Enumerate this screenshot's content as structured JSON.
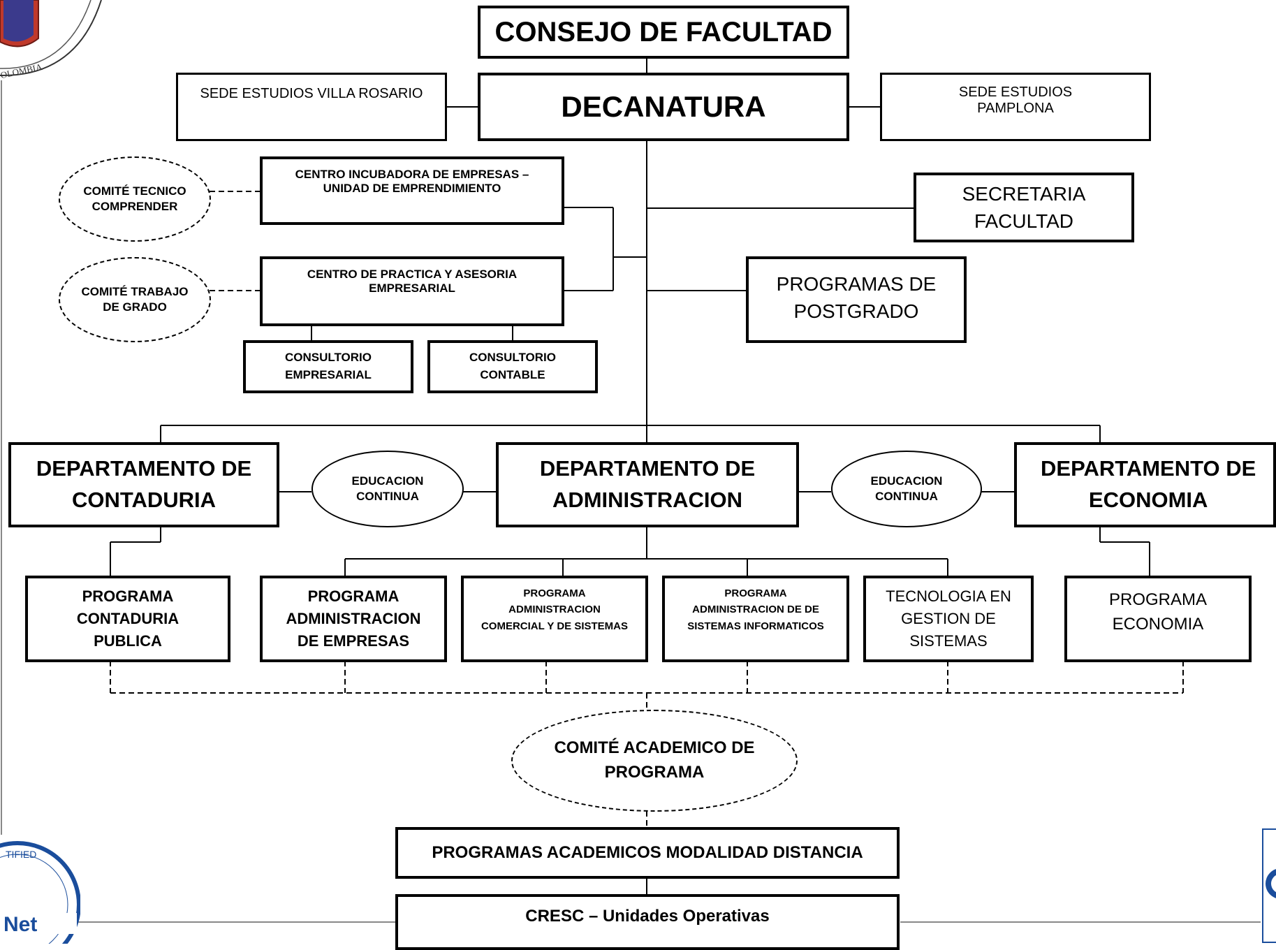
{
  "consejo": "CONSEJO DE FACULTAD",
  "decanatura": "DECANATURA",
  "sede_villa_rosario": "SEDE  ESTUDIOS VILLA ROSARIO",
  "sede_pamplona": "SEDE ESTUDIOS\nPAMPLONA",
  "centro_incubadora": "CENTRO INCUBADORA DE EMPRESAS –\nUNIDAD DE EMPRENDIMIENTO",
  "comite_tecnico": "COMITÉ TECNICO\nCOMPRENDER",
  "secretaria": "SECRETARIA\nFACULTAD",
  "centro_practica": "CENTRO DE PRACTICA Y ASESORIA\nEMPRESARIAL",
  "comite_trabajo": "COMITÉ TRABAJO\nDE GRADO",
  "postgrado": "PROGRAMAS DE\nPOSTGRADO",
  "consultorio_empresarial": "CONSULTORIO\nEMPRESARIAL",
  "consultorio_contable": "CONSULTORIO\nCONTABLE",
  "dept_contaduria": "DEPARTAMENTO DE\nCONTADURIA",
  "educacion_1": "EDUCACION\nCONTINUA",
  "dept_administracion": "DEPARTAMENTO DE\nADMINISTRACION",
  "educacion_2": "EDUCACION\nCONTINUA",
  "dept_economia": "DEPARTAMENTO DE\nECONOMIA",
  "prog_contaduria": "PROGRAMA\nCONTADURIA\nPUBLICA",
  "prog_admin_empresas": "PROGRAMA\nADMINISTRACION\nDE EMPRESAS",
  "prog_admin_comercial": "PROGRAMA\nADMINISTRACION\nCOMERCIAL Y DE SISTEMAS",
  "prog_admin_sistemas": "PROGRAMA\nADMINISTRACION DE  DE\nSISTEMAS INFORMATICOS",
  "prog_tecnologia": "TECNOLOGIA EN\nGESTION DE\nSISTEMAS",
  "prog_economia": "PROGRAMA\nECONOMIA",
  "comite_academico": "COMITÉ ACADEMICO DE\nPROGRAMA",
  "distancia": "PROGRAMAS ACADEMICOS MODALIDAD DISTANCIA",
  "cresc": "CRESC – Unidades Operativas",
  "logo_seal_text": "OLOMBIA",
  "certified_text": "TIFIED",
  "iqnet_text": "Net"
}
